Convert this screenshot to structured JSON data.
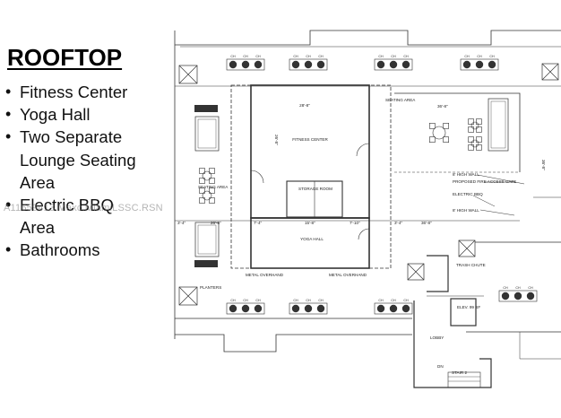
{
  "heading": "ROOFTOP",
  "features": [
    {
      "lines": [
        "Fitness Center"
      ]
    },
    {
      "lines": [
        "Yoga Hall"
      ]
    },
    {
      "lines": [
        "Two Separate",
        "Lounge Seating",
        "Area"
      ]
    },
    {
      "lines": [
        "Electric BBQ",
        "Area"
      ]
    },
    {
      "lines": [
        "Bathrooms"
      ]
    }
  ],
  "watermark": "A11659413 Maxc.MiamiLSSC.RSN",
  "plan": {
    "fitness_dim": "28'-8\"",
    "fitness_label": "FITNESS CENTER",
    "storage_label": "STORAGE ROOM",
    "yoga_label": "YOGA HALL",
    "seating_area_top": "SEATING AREA",
    "seating_dim": "36'-8\"",
    "seating_area_left": "SEATING AREA",
    "planters": "PLANTERS",
    "metal_overhand_1": "METAL OVERHAND",
    "metal_overhand_2": "METAL OVERHAND",
    "high_wall_1": "8' HIGH WALL",
    "fire_gate": "PROPOSED FIRE ACCESS GATE",
    "electric_bbq": "ELECTRIC BBQ",
    "high_wall_2": "8' HIGH WALL",
    "trash_chute": "TRASH CHUTE",
    "elev": "ELEV. 99 SF",
    "lobby": "LOBBY",
    "dn": "DN",
    "stair_label": "STAIR 2",
    "dim_left_1": "3'-4\"",
    "dim_left_2": "26'-8\"",
    "dim_mid_1": "7'-4\"",
    "dim_mid_2": "15'-8\"",
    "dim_mid_3": "7'-10\"",
    "dim_right_1": "3'-4\"",
    "dim_right_2": "36'-8\"",
    "dim_side": "26'-8\"",
    "dim_far": "36'-8\"",
    "chair_label": "CH"
  }
}
